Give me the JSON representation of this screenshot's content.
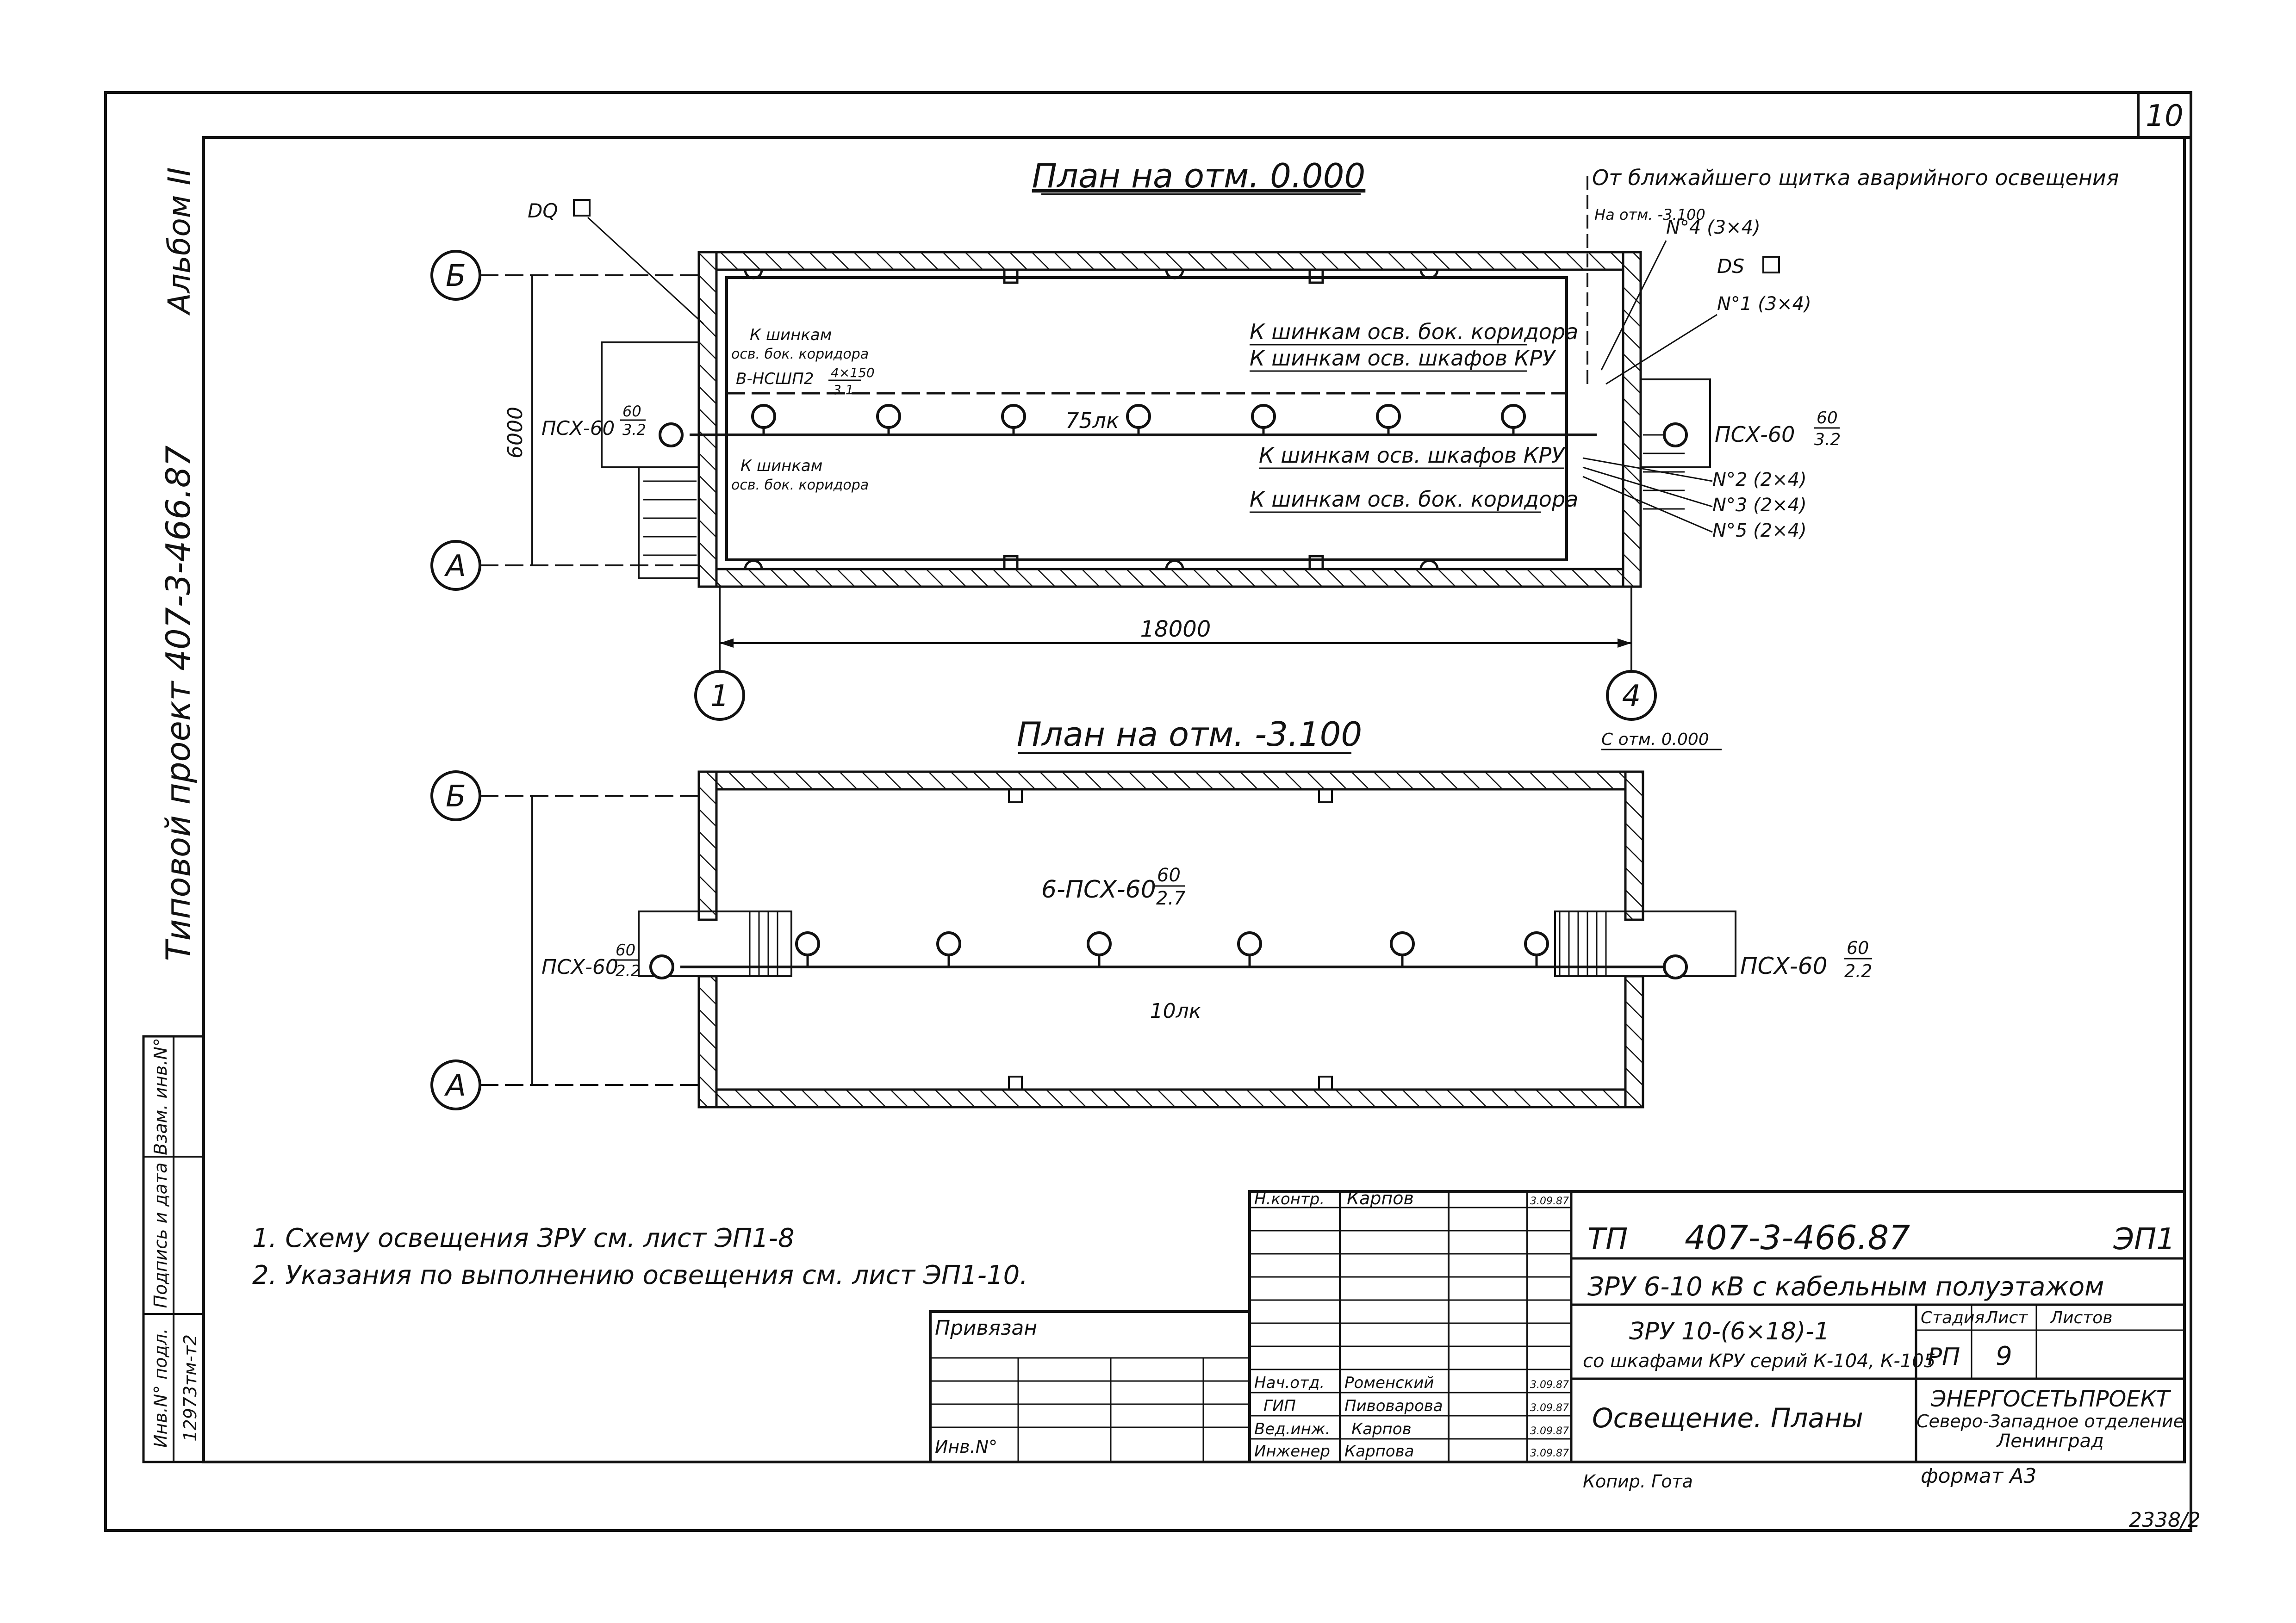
{
  "sheet": {
    "number": "10",
    "album": "Альбом II",
    "project_label": "Типовой проект 407-3-466.87",
    "bottom_code": "2338/2",
    "side_stamp": {
      "inv_podl": "Инв.N° подл.",
      "podpis_data": "Подпись и дата",
      "vzam_inv": "Взам. инв.N°",
      "inv_value": "12973тм-т2"
    }
  },
  "plan_top": {
    "title": "План на отм. 0.000",
    "axis_b": "Б",
    "axis_a": "А",
    "axis_1": "1",
    "axis_4": "4",
    "dim_height": "6000",
    "dim_length": "18000",
    "dq_label": "DQ",
    "ds_label": "DS",
    "top_right_note": "От ближайшего щитка аварийного освещения",
    "na_otm": "На отм. -3.100",
    "n4": "N°4 (3×4)",
    "n1": "N°1 (3×4)",
    "n2": "N°2 (2×4)",
    "n3": "N°3 (2×4)",
    "n5": "N°5 (2×4)",
    "label_busbar_corr_1": "К шинкам осв. бок. коридора",
    "label_busbar_kru_1": "К шинкам осв. шкафов КРУ",
    "label_busbar_kru_2": "К шинкам осв. шкафов КРУ",
    "label_busbar_corr_2": "К шинкам осв. бок. коридора",
    "label_left_top_1": "К шинкам",
    "label_left_top_2": "осв. бок. коридора",
    "label_left_cable": "В-НСШП2",
    "label_left_cable_num": "4×150",
    "label_left_cable_den": "3.1",
    "label_left_bot_1": "К шинкам",
    "label_left_bot_2": "осв. бок. коридора",
    "lamp_left": "ПСХ-60",
    "lamp_left_num": "60",
    "lamp_left_den": "3.2",
    "lamp_right": "ПСХ-60",
    "lamp_right_num": "60",
    "lamp_right_den": "3.2",
    "lux": "75лк"
  },
  "plan_bottom": {
    "title": "План на отм. -3.100",
    "axis_b": "Б",
    "axis_a": "А",
    "c_otm": "С отм. 0.000",
    "row_label": "6-ПСХ-60",
    "row_num": "60",
    "row_den": "2.7",
    "lamp_left": "ПСХ-60",
    "lamp_left_num": "60",
    "lamp_left_den": "2.2",
    "lamp_right": "ПСХ-60",
    "lamp_right_num": "60",
    "lamp_right_den": "2.2",
    "lux": "10лк"
  },
  "notes": [
    "1. Схему освещения ЗРУ см. лист ЭП1-8",
    "2. Указания по выполнению освещения см. лист ЭП1-10."
  ],
  "title_block": {
    "privyazan": "Привязан",
    "inv_n": "Инв.N°",
    "code_prefix": "ТП",
    "code": "407-3-466.87",
    "mark": "ЭП1",
    "object": "ЗРУ 6-10 кВ с кабельным полуэтажом",
    "subtitle_1": "ЗРУ 10-(6×18)-1",
    "subtitle_2": "со шкафами КРУ серий К-104, К-105",
    "drawing_name": "Освещение. Планы",
    "stadia_h": "Стадия",
    "list_h": "Лист",
    "listov_h": "Листов",
    "stadia": "РП",
    "list": "9",
    "listov": "",
    "org_1": "ЭНЕРГОСЕТЬПРОЕКТ",
    "org_2": "Северо-Западное отделение",
    "org_3": "Ленинград",
    "format": "формат А3",
    "kopir": "Копир. Гота",
    "signers": [
      {
        "role": "Н.контр.",
        "name": "Карпов",
        "date": "3.09.87"
      },
      {
        "role": "",
        "name": "",
        "date": ""
      },
      {
        "role": "",
        "name": "",
        "date": ""
      },
      {
        "role": "",
        "name": "",
        "date": ""
      },
      {
        "role": "Нач.отд.",
        "name": "Роменский",
        "date": "3.09.87"
      },
      {
        "role": "ГИП",
        "name": "Пивоварова",
        "date": "3.09.87"
      },
      {
        "role": "Вед.инж.",
        "name": "Карпов",
        "date": "3.09.87"
      },
      {
        "role": "Инженер",
        "name": "Карпова",
        "date": "3.09.87"
      }
    ]
  }
}
